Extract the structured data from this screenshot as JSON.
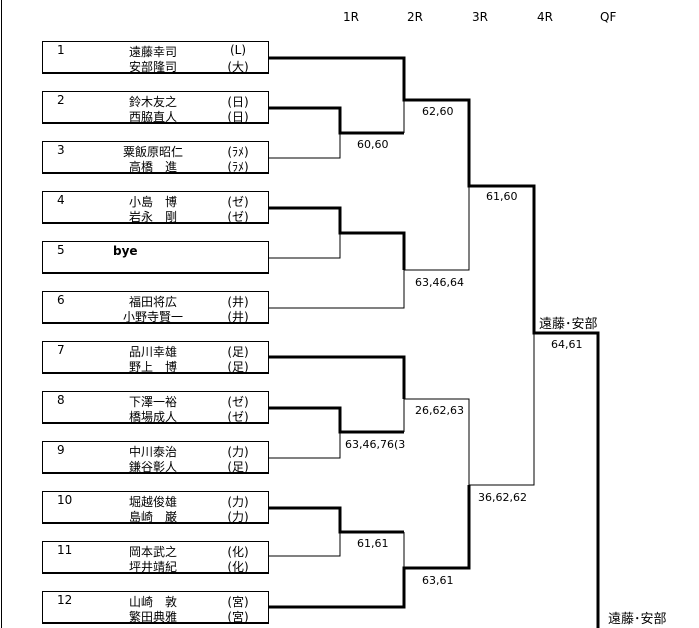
{
  "rounds": [
    "1R",
    "2R",
    "3R",
    "4R",
    "QF"
  ],
  "entries": [
    {
      "num": "1",
      "p1": "遠藤幸司",
      "a1": "(L)",
      "p2": "安部隆司",
      "a2": "(大)"
    },
    {
      "num": "2",
      "p1": "鈴木友之",
      "a1": "(日)",
      "p2": "西脇直人",
      "a2": "(日)"
    },
    {
      "num": "3",
      "p1": "粟飯原昭仁",
      "a1": "(ﾗﾒ)",
      "p2": "高橋　進",
      "a2": "(ﾗﾒ)"
    },
    {
      "num": "4",
      "p1": "小島　博",
      "a1": "(ゼ)",
      "p2": "岩永　剛",
      "a2": "(ゼ)"
    },
    {
      "num": "5",
      "bye": "bye"
    },
    {
      "num": "6",
      "p1": "福田将広",
      "a1": "(井)",
      "p2": "小野寺賢一",
      "a2": "(井)"
    },
    {
      "num": "7",
      "p1": "品川幸雄",
      "a1": "(足)",
      "p2": "野上　博",
      "a2": "(足)"
    },
    {
      "num": "8",
      "p1": "下澤一裕",
      "a1": "(ゼ)",
      "p2": "橋場成人",
      "a2": "(ゼ)"
    },
    {
      "num": "9",
      "p1": "中川泰治",
      "a1": "(力)",
      "p2": "鎌谷彰人",
      "a2": "(足)"
    },
    {
      "num": "10",
      "p1": "堀越俊雄",
      "a1": "(力)",
      "p2": "島崎　巌",
      "a2": "(力)"
    },
    {
      "num": "11",
      "p1": "岡本武之",
      "a1": "(化)",
      "p2": "坪井靖紀",
      "a2": "(化)"
    },
    {
      "num": "12",
      "p1": "山崎　敦",
      "a1": "(宮)",
      "p2": "繁田典雅",
      "a2": "(宮)"
    }
  ],
  "scores": {
    "r1_2v3": "60,60",
    "r2_1": "62,60",
    "r3_top": "61,60",
    "r2_4": "63,46,64",
    "r2_7": "26,62,63",
    "r1_8v9": "63,46,76(3",
    "r3_bottom": "36,62,62",
    "r1_10v11": "61,61",
    "r2_12": "63,61",
    "r4": "64,61"
  },
  "winners": {
    "r4": "遠藤･安部",
    "qf": "遠藤･安部"
  }
}
